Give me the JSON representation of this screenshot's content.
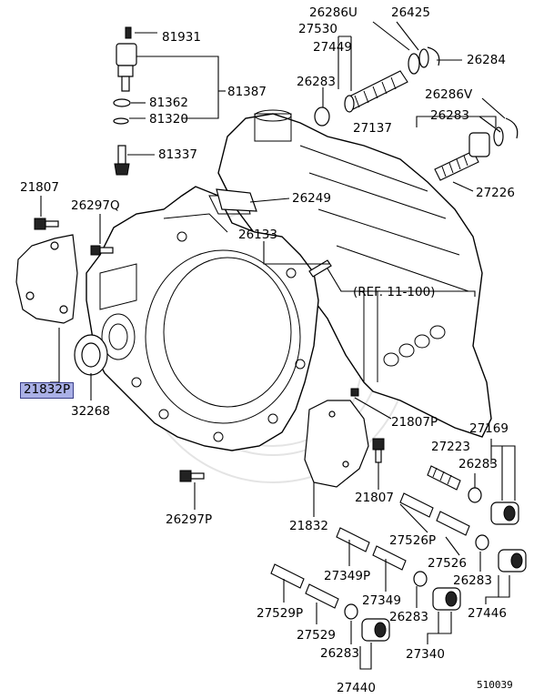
{
  "diagram": {
    "labels": {
      "p81931": "81931",
      "p81387": "81387",
      "p81362": "81362",
      "p81320": "81320",
      "p81337": "81337",
      "p21807": "21807",
      "p26297Q": "26297Q",
      "p26249": "26249",
      "p26133": "26133",
      "ref": "(REF. 11-100)",
      "p21832P": "21832P",
      "p32268": "32268",
      "p26297P": "26297P",
      "p21807P": "21807P",
      "p21807b": "21807",
      "p21832": "21832",
      "p26286U": "26286U",
      "p26425": "26425",
      "p27530": "27530",
      "p27449": "27449",
      "p26284": "26284",
      "p26283a": "26283",
      "p26286V": "26286V",
      "p27137": "27137",
      "p26283b": "26283",
      "p27226": "27226",
      "p27169": "27169",
      "p27223": "27223",
      "p26283c": "26283",
      "p27526P": "27526P",
      "p27526": "27526",
      "p26283d": "26283",
      "p27446": "27446",
      "p27349P": "27349P",
      "p27349": "27349",
      "p26283e": "26283",
      "p27340": "27340",
      "p27529P": "27529P",
      "p27529": "27529",
      "p26283f": "26283",
      "p27440": "27440"
    },
    "drawing_code": "510039",
    "highlight_color": "#aab0e6"
  }
}
